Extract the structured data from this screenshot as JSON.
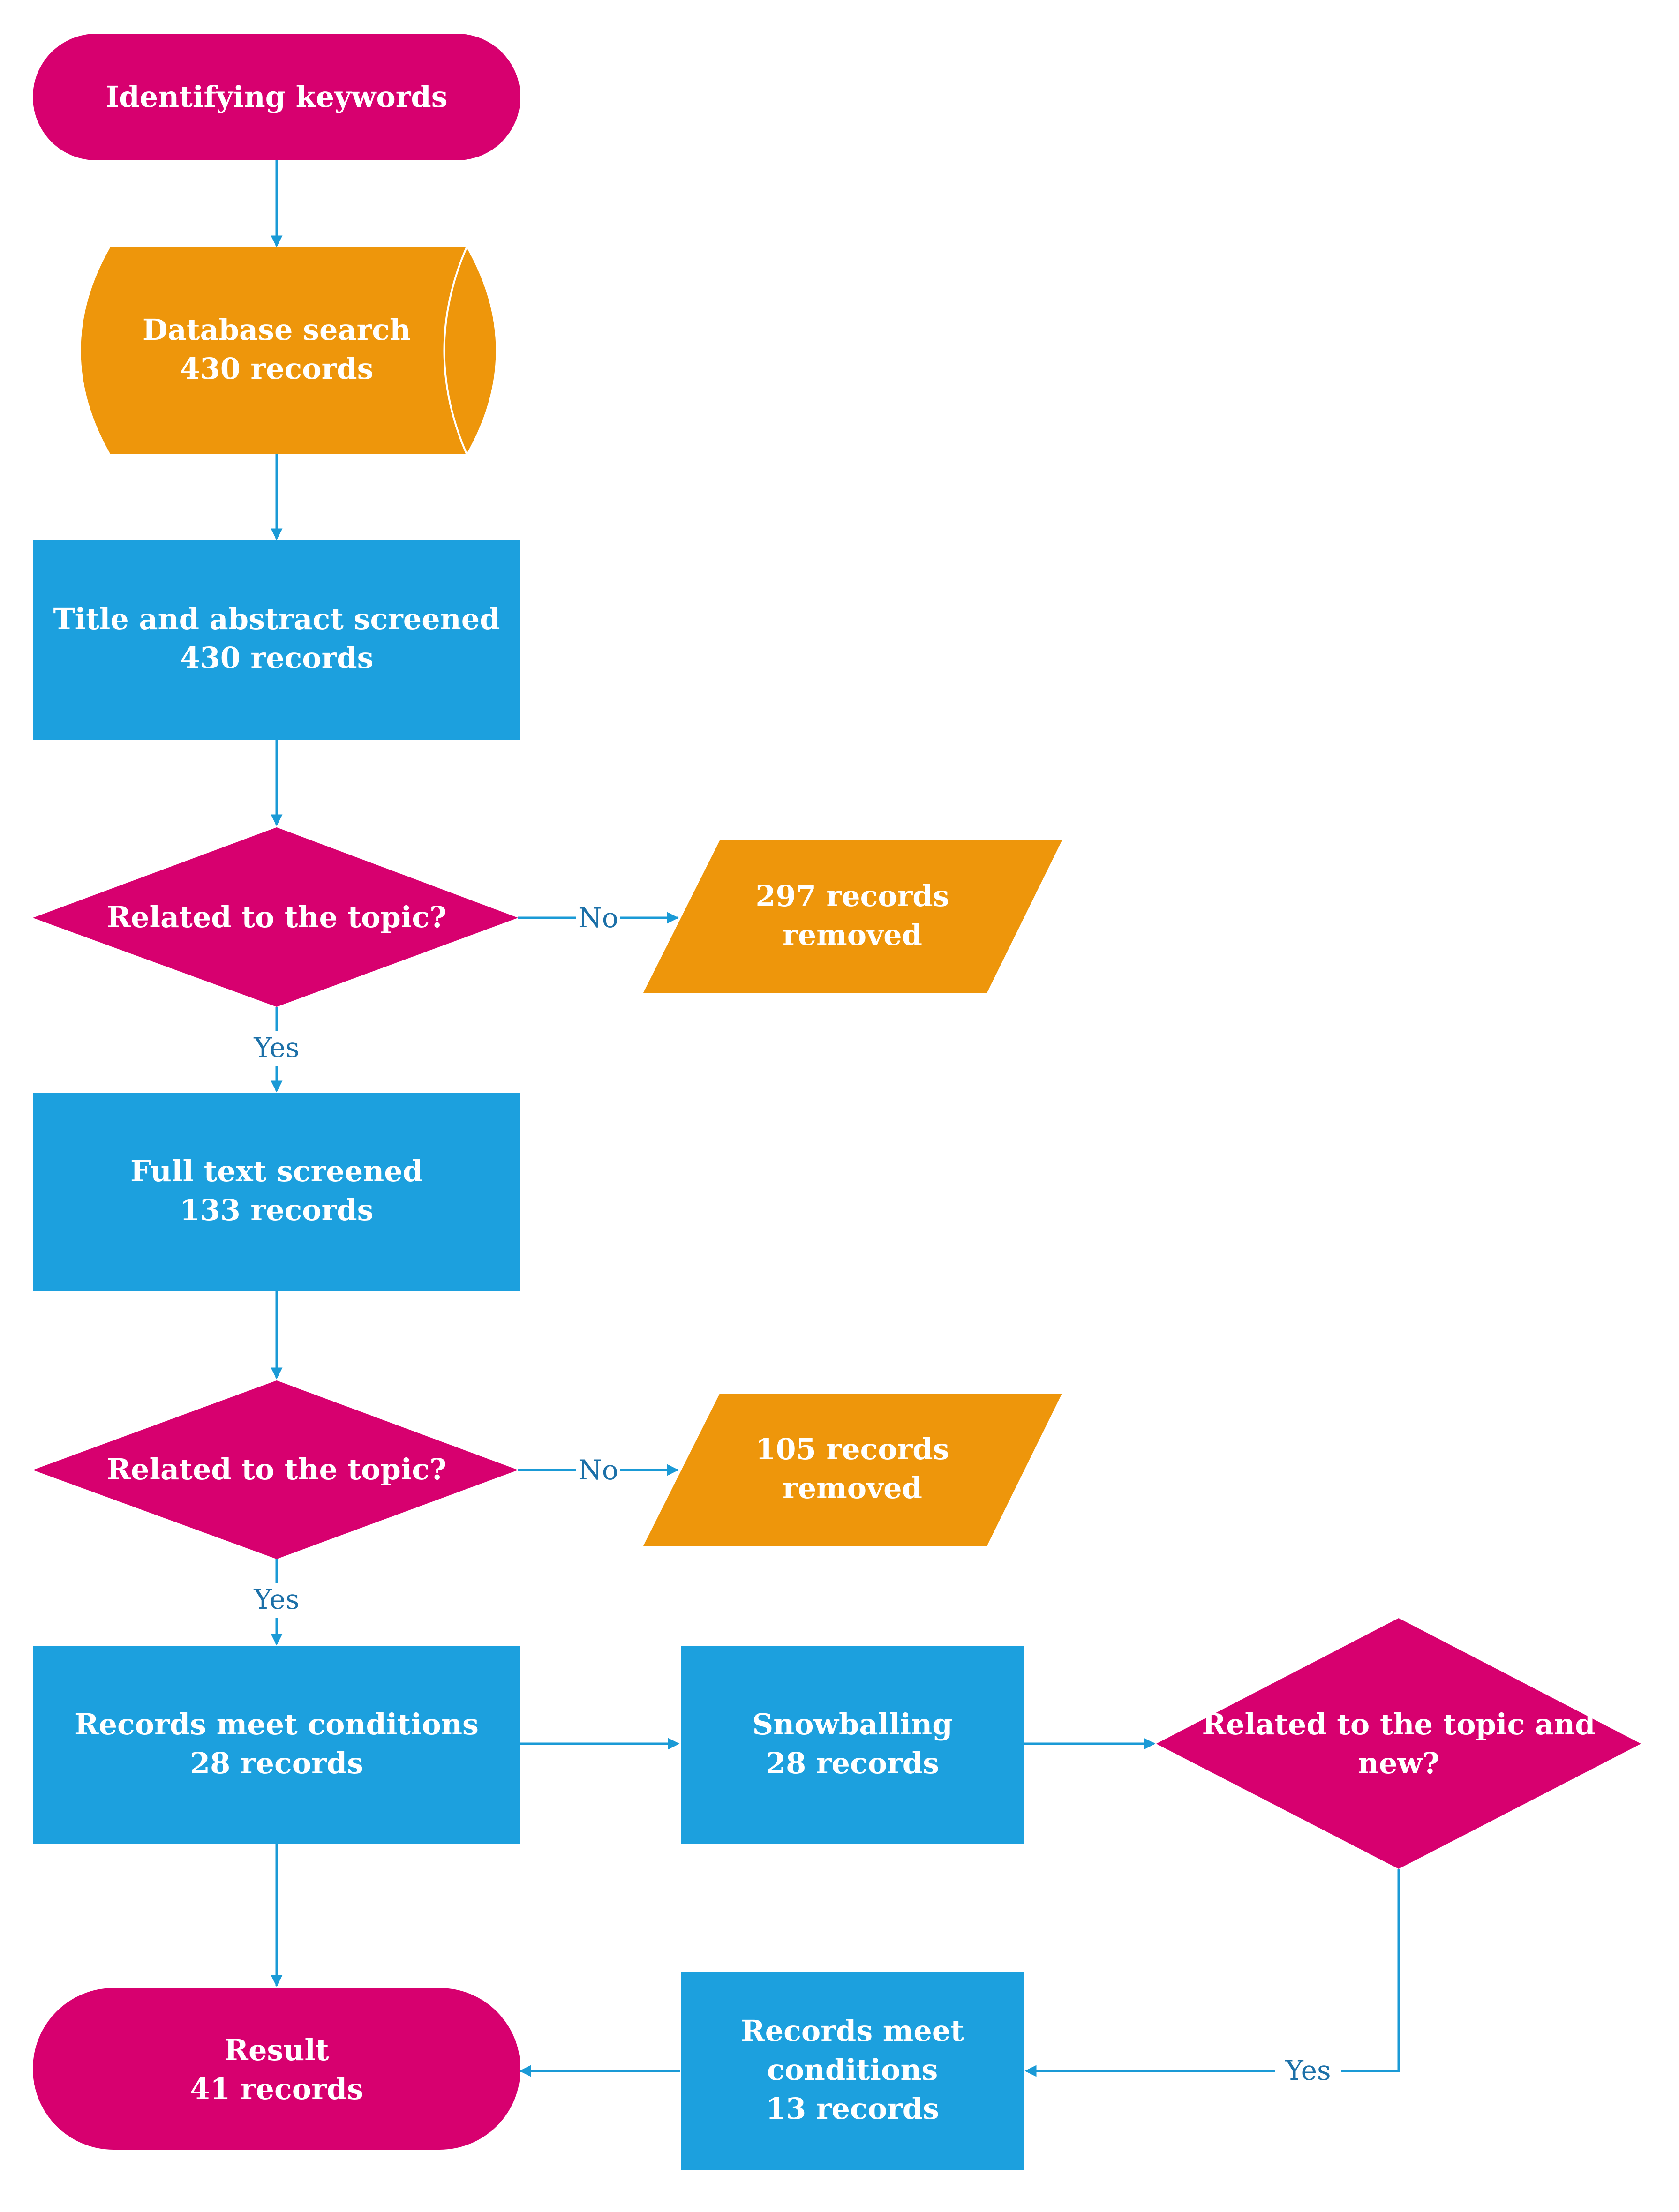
{
  "colors": {
    "magenta": "#d7006f",
    "orange": "#ee960b",
    "blue": "#1ca0de",
    "arrow": "#1a9ad6",
    "edge_label": "#1c70a8",
    "text": "#ffffff"
  },
  "nodes": {
    "start": {
      "line1": "Identifying keywords"
    },
    "database": {
      "line1": "Database search",
      "line2": "430 records"
    },
    "title_abstract": {
      "line1": "Title and abstract screened",
      "line2": "430 records"
    },
    "decision1": {
      "line1": "Related to the topic?"
    },
    "removed1": {
      "line1": "297 records",
      "line2": "removed"
    },
    "full_text": {
      "line1": "Full text screened",
      "line2": "133 records"
    },
    "decision2": {
      "line1": "Related to the topic?"
    },
    "removed2": {
      "line1": "105 records",
      "line2": "removed"
    },
    "meet_conditions": {
      "line1": "Records meet conditions",
      "line2": "28 records"
    },
    "snowballing": {
      "line1": "Snowballing",
      "line2": "28 records"
    },
    "decision3": {
      "line1": "Related to the topic and",
      "line2": "new?"
    },
    "meet_conditions2": {
      "line1": "Records meet",
      "line2": "conditions",
      "line3": "13 records"
    },
    "result": {
      "line1": "Result",
      "line2": "41 records"
    }
  },
  "edge_labels": {
    "d1_no": "No",
    "d1_yes": "Yes",
    "d2_no": "No",
    "d2_yes": "Yes",
    "d3_yes": "Yes"
  }
}
